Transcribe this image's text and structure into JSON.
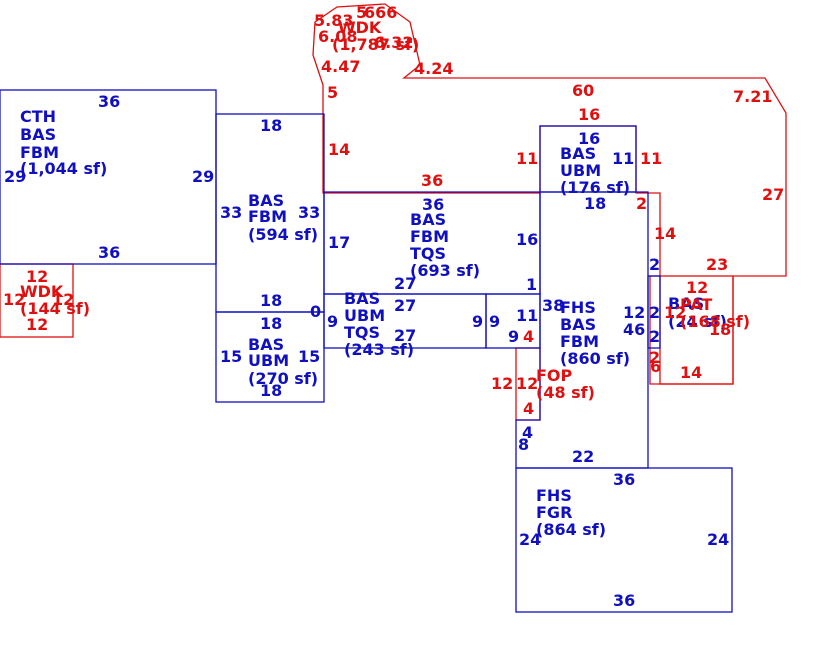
{
  "areas": [
    {
      "id": "cth",
      "lines": [
        "CTH",
        "BAS",
        "FBM",
        "(1,044 sf)"
      ],
      "color": "blue"
    },
    {
      "id": "bas-fbm-594",
      "lines": [
        "BAS",
        "FBM",
        "(594 sf)"
      ],
      "color": "blue"
    },
    {
      "id": "bas-ubm-270",
      "lines": [
        "BAS",
        "UBM",
        "(270 sf)"
      ],
      "color": "blue"
    },
    {
      "id": "bas-fbm-tqs",
      "lines": [
        "BAS",
        "FBM",
        "TQS",
        "(693 sf)"
      ],
      "color": "blue"
    },
    {
      "id": "bas-ubm-tqs",
      "lines": [
        "BAS",
        "UBM",
        "TQS",
        "(243 sf)"
      ],
      "color": "blue"
    },
    {
      "id": "bas-ubm-176",
      "lines": [
        "BAS",
        "UBM",
        "(176 sf)"
      ],
      "color": "blue"
    },
    {
      "id": "fhs-bas-fbm",
      "lines": [
        "FHS",
        "BAS",
        "FBM",
        "(860 sf)"
      ],
      "color": "blue"
    },
    {
      "id": "bas-small",
      "lines": [
        "BAS",
        "(24 sf)"
      ],
      "color": "blue"
    },
    {
      "id": "fhs-fgr",
      "lines": [
        "FHS",
        "FGR",
        "(864 sf)"
      ],
      "color": "blue"
    },
    {
      "id": "wdk-144",
      "lines": [
        "WDK",
        "(144 sf)"
      ],
      "color": "red"
    },
    {
      "id": "wdk-top",
      "lines": [
        "WDK",
        "(1,787 sf)"
      ],
      "color": "red"
    },
    {
      "id": "fop",
      "lines": [
        "FOP",
        "(48 sf)"
      ],
      "color": "red"
    },
    {
      "id": "pat",
      "lines": [
        "PAT",
        "(168 sf)"
      ],
      "color": "red"
    }
  ],
  "dimensions_blue": [
    "36",
    "29",
    "29",
    "36",
    "18",
    "33",
    "33",
    "18",
    "18",
    "15",
    "15",
    "18",
    "36",
    "17",
    "16",
    "1",
    "27",
    "27",
    "27",
    "9",
    "9",
    "9",
    "11",
    "16",
    "11",
    "18",
    "38",
    "12",
    "2",
    "46",
    "2",
    "2",
    "22",
    "4",
    "8",
    "36",
    "24",
    "24",
    "36",
    "9",
    "0"
  ],
  "dimensions_red": [
    "12",
    "12",
    "12",
    "12",
    "5.83",
    "5",
    "666",
    "6.08",
    "6.32",
    "4.47",
    "4.24",
    "5",
    "14",
    "60",
    "7.21",
    "27",
    "16",
    "11",
    "11",
    "36",
    "2",
    "14",
    "23",
    "12",
    "12",
    "18",
    "14",
    "2",
    "6",
    "4",
    "12",
    "12",
    "4"
  ]
}
